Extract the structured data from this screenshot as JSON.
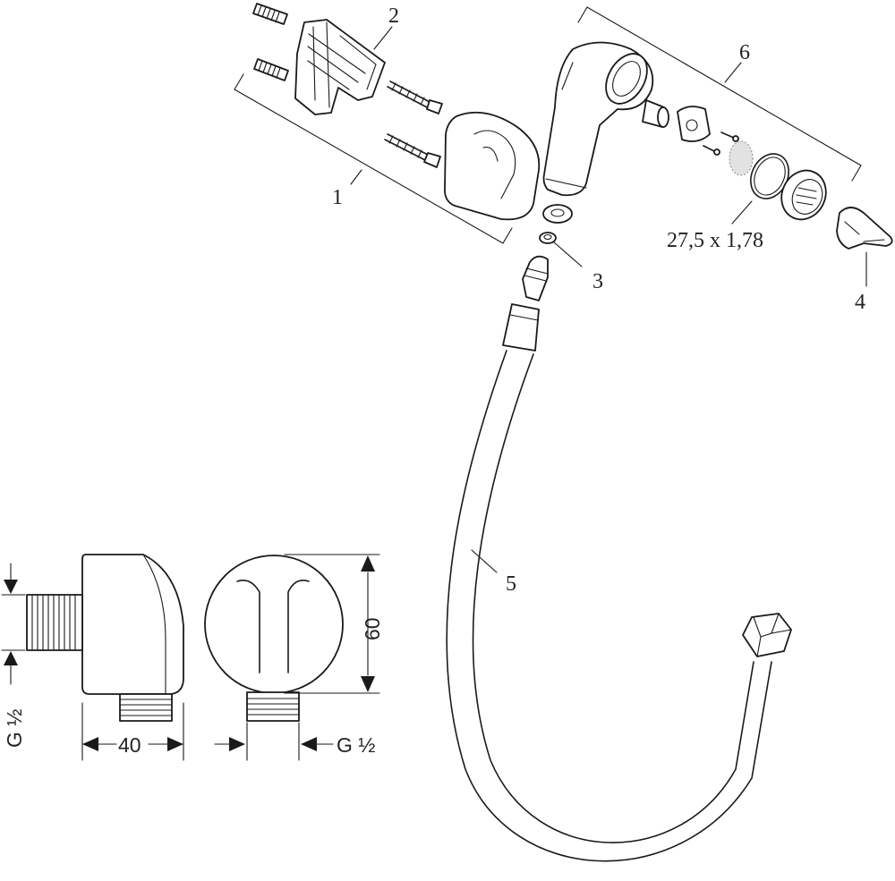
{
  "labels": {
    "part_1": "1",
    "part_2": "2",
    "part_3": "3",
    "part_4": "4",
    "part_5": "5",
    "part_6": "6",
    "oring_size": "27,5 x 1,78"
  },
  "dimensions": {
    "thread_left": "G ½",
    "width": "40",
    "thread_bottom": "G ½",
    "height": "60"
  }
}
